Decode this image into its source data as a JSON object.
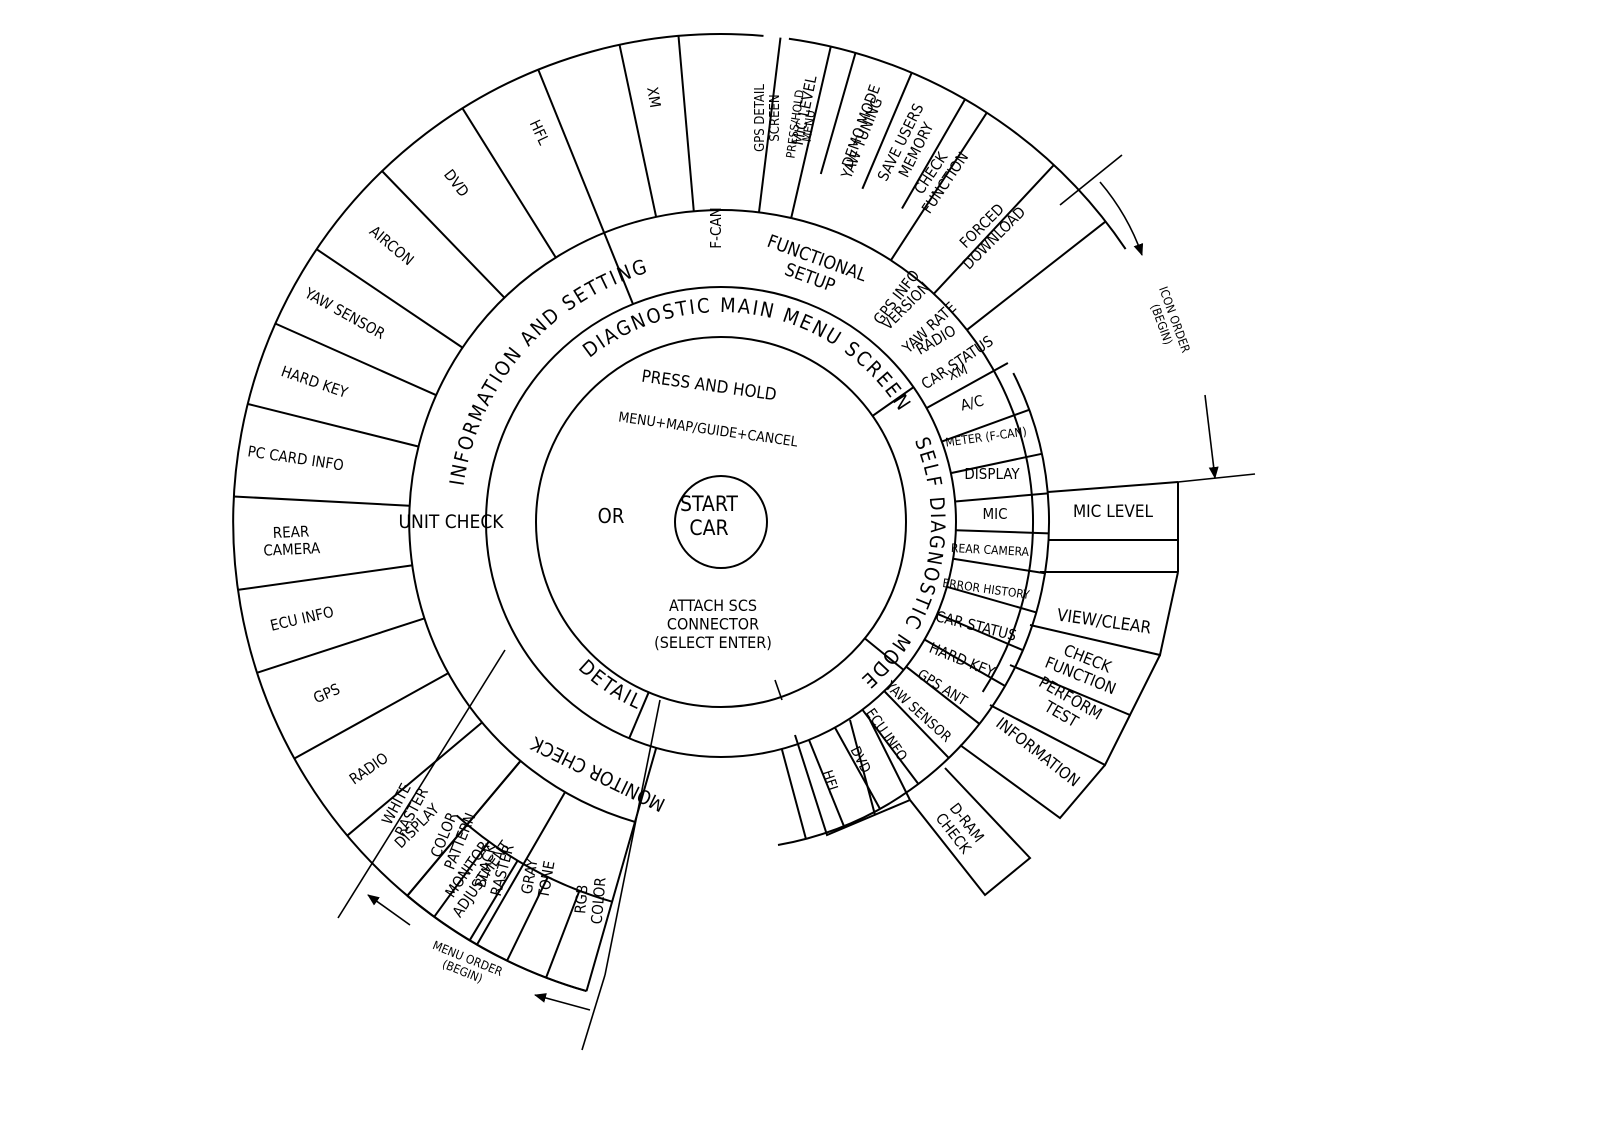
{
  "center": {
    "start_car": [
      "START",
      "CAR"
    ],
    "or": "OR",
    "press_hold": [
      "PRESS AND HOLD",
      "MENU+MAP/GUIDE+CANCEL"
    ],
    "attach": [
      "ATTACH SCS",
      "CONNECTOR",
      "(SELECT ENTER)"
    ]
  },
  "rings": {
    "ring1": "DIAGNOSTIC MAIN MENU SCREEN",
    "ring2_left": "INFORMATION AND SETTING",
    "ring2_right": "SELF DIAGNOSTIC MODE",
    "ring2_bottom": "DETAIL"
  },
  "sections": {
    "unit_check": "UNIT CHECK",
    "functional_setup": [
      "FUNCTIONAL",
      "SETUP"
    ],
    "f_can": "F-CAN",
    "monitor_check": "MONITOR CHECK"
  },
  "unit_check_items": [
    [
      "MONITOR",
      "ADJUSTMENT"
    ],
    [
      "DISPLAY"
    ],
    [
      "RADIO"
    ],
    [
      "GPS"
    ],
    [
      "ECU INFO"
    ],
    [
      "REAR",
      "CAMERA"
    ],
    [
      "PC CARD INFO"
    ],
    [
      "HARD KEY"
    ],
    [
      "YAW SENSOR"
    ],
    [
      "AIRCON"
    ],
    [
      "DVD"
    ],
    [
      "HFL"
    ],
    [
      "XM"
    ]
  ],
  "functional_items": [
    [
      "MIC LEVEL"
    ],
    [
      "DEMO MODE"
    ],
    [
      "SAVE USERS",
      "MEMORY"
    ]
  ],
  "fcan_items": [
    [
      "GPS INFO"
    ],
    [
      "YAW RATE"
    ],
    [
      "CAR STATUS"
    ]
  ],
  "fcan_outer_items": [
    [
      "GPS DETAIL",
      "SCREEN"
    ],
    [
      "PRESS/HOLD",
      "MENU"
    ],
    [
      "YAW TUNING"
    ],
    [
      "CHECK",
      "FUNCTION"
    ],
    [
      "FORCED",
      "DOWNLOAD"
    ]
  ],
  "self_diag_items": [
    [
      "VERSION"
    ],
    [
      "RADIO"
    ],
    [
      "XM"
    ],
    [
      "A/C"
    ],
    [
      "METER (F-CAN)"
    ],
    [
      "DISPLAY"
    ],
    [
      "MIC"
    ],
    [
      "REAR CAMERA"
    ],
    [
      "ERROR HISTORY"
    ],
    [
      "CAR STATUS"
    ],
    [
      "HARD KEY"
    ],
    [
      "GPS ANT"
    ],
    [
      "YAW SENSOR"
    ],
    [
      "ECU INFO"
    ],
    [
      "DVD"
    ],
    [
      "HFL"
    ]
  ],
  "self_diag_outer_items": [
    [
      "MIC LEVEL"
    ],
    [
      "VIEW/CLEAR"
    ],
    [
      "CHECK",
      "FUNCTION"
    ],
    [
      "PERFORM",
      "TEST"
    ],
    [
      "INFORMATION"
    ]
  ],
  "d_ram_check": [
    "D-RAM",
    "CHECK"
  ],
  "monitor_items": [
    [
      "WHITE",
      "RASTER"
    ],
    [
      "COLOR",
      "PATTERN"
    ],
    [
      "BLACK",
      "RASTER"
    ],
    [
      "GRAY",
      "TONE"
    ],
    [
      "RGB",
      "COLOR"
    ]
  ],
  "annotations": {
    "icon_order": [
      "ICON ORDER",
      "(BEGIN)"
    ],
    "menu_order": [
      "MENU ORDER",
      "(BEGIN)"
    ]
  }
}
